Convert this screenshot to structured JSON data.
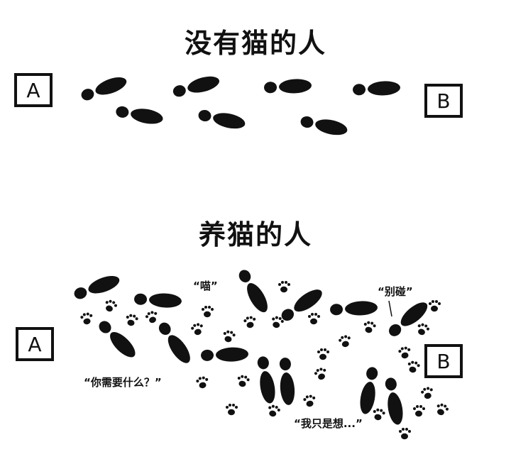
{
  "top": {
    "title": "没有猫的人",
    "start_label": "A",
    "end_label": "B"
  },
  "bottom": {
    "title": "养猫的人",
    "start_label": "A",
    "end_label": "B",
    "quotes": {
      "meow": "“喵”",
      "dont_touch": "“别碰”",
      "what_need": "“你需要什么？”",
      "just_want": "“我只是想...”"
    }
  }
}
